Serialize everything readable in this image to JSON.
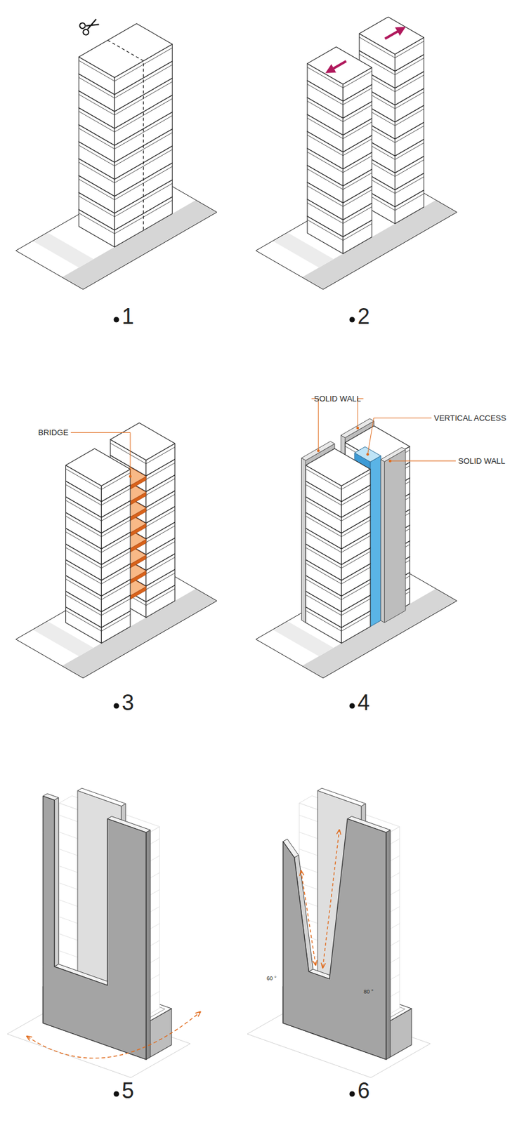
{
  "diagram": {
    "labels": [
      "1",
      "2",
      "BRIDGE",
      "3",
      "SOLID WALL",
      "VERTICAL ACCESS",
      "SOLID WALL",
      "4",
      "5",
      "60 °",
      "80 °",
      "6"
    ]
  }
}
